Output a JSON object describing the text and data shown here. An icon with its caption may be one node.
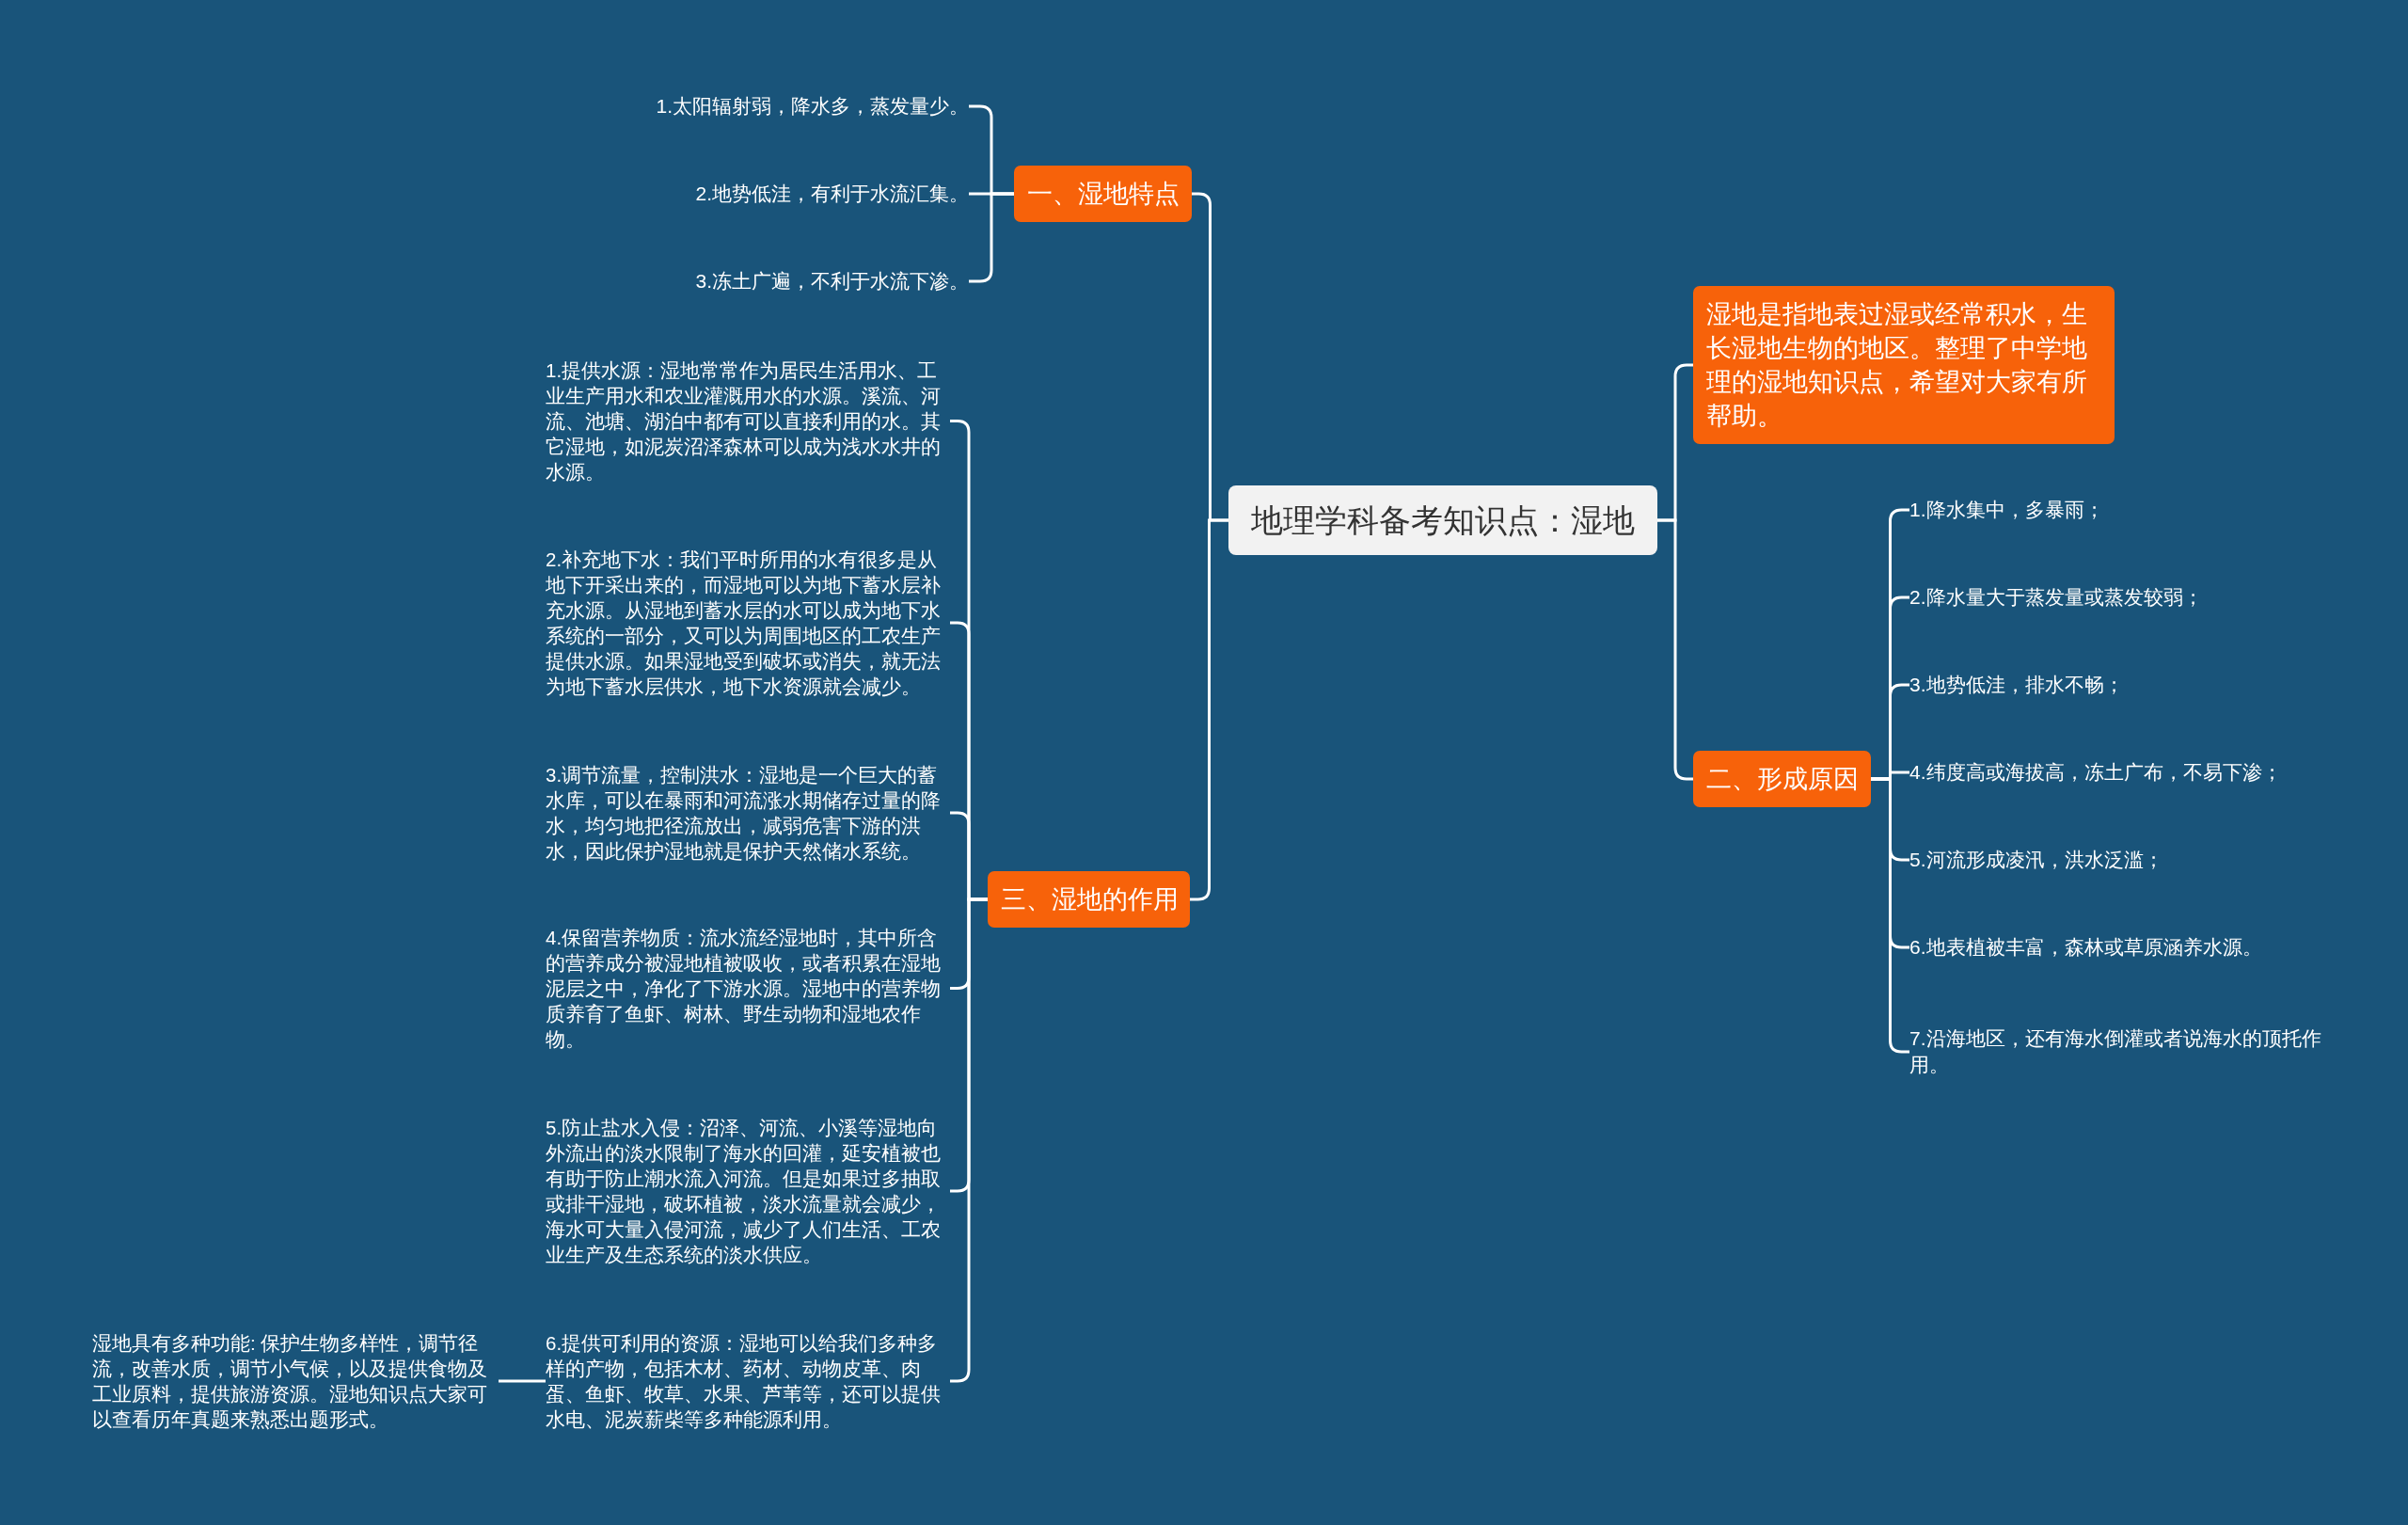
{
  "diagram": {
    "nodes": [
      {
        "text": [
          "地理学科备考知识点：湿地"
        ]
      },
      {
        "text": [
          "一、湿地特点"
        ]
      },
      {
        "text": [
          "1.太阳辐射弱，降水多，蒸发量少。"
        ]
      },
      {
        "text": [
          "2.地势低洼，有利于水流汇集。"
        ]
      },
      {
        "text": [
          "3.冻土广遍，不利于水流下渗。"
        ]
      },
      {
        "text": [
          "三、湿地的作用"
        ]
      },
      {
        "text": [
          "1.提供水源：湿地常常作为居民生活用水、工业生产用水和农业灌溉用水的水源。溪流、河流、池塘、湖泊中都有可以直接利用的水。其它湿地，如泥炭沼泽森林可以成为浅水水井的水源。"
        ]
      },
      {
        "text": [
          "2.补充地下水：我们平时所用的水有很多是从地下开采出来的，而湿地可以为地下蓄水层补充水源。从湿地到蓄水层的水可以成为地下水系统的一部分，又可以为周围地区的工农生产提供水源。如果湿地受到破坏或消失，就无法为地下蓄水层供水，地下水资源就会减少。"
        ]
      },
      {
        "text": [
          "3.调节流量，控制洪水：湿地是一个巨大的蓄水库，可以在暴雨和河流涨水期储存过量的降水，均匀地把径流放出，减弱危害下游的洪水，因此保护湿地就是保护天然储水系统。"
        ]
      },
      {
        "text": [
          "4.保留营养物质：流水流经湿地时，其中所含的营养成分被湿地植被吸收，或者积累在湿地泥层之中，净化了下游水源。湿地中的营养物质养育了鱼虾、树林、野生动物和湿地农作物。"
        ]
      },
      {
        "text": [
          "5.防止盐水入侵：沼泽、河流、小溪等湿地向外流出的淡水限制了海水的回灌，延安植被也有助于防止潮水流入河流。但是如果过多抽取或排干湿地，破坏植被，淡水流量就会减少，海水可大量入侵河流，减少了人们生活、工农业生产及生态系统的淡水供应。"
        ]
      },
      {
        "text": [
          "6.提供可利用的资源：湿地可以给我们多种多样的产物，包括木材、药材、动物皮革、肉蛋、鱼虾、牧草、水果、芦苇等，还可以提供水电、泥炭薪柴等多种能源利用。"
        ]
      },
      {
        "text": [
          "湿地具有多种功能: 保护生物多样性，调节径流，改善水质，调节小气候，以及提供食物及工业原料，提供旅游资源。湿地知识点大家可以查看历年真题来熟悉出题形式。"
        ]
      },
      {
        "text": [
          "湿地是指地表过湿或经常积水，生长湿地生物的地区。整理了中学地理的湿地知识点，希望对大家有所帮助。"
        ]
      },
      {
        "text": [
          "二、形成原因"
        ]
      },
      {
        "text": [
          "1.降水集中，多暴雨；"
        ]
      },
      {
        "text": [
          "2.降水量大于蒸发量或蒸发较弱；"
        ]
      },
      {
        "text": [
          "3.地势低洼，排水不畅；"
        ]
      },
      {
        "text": [
          "4.纬度高或海拔高，冻土广布，不易下渗；"
        ]
      },
      {
        "text": [
          "5.河流形成凌汛，洪水泛滥；"
        ]
      },
      {
        "text": [
          "6.地表植被丰富，森林或草原涵养水源。"
        ]
      },
      {
        "text": [
          "7.沿海地区，还有海水倒灌或者说海水的顶托作用。"
        ]
      }
    ],
    "edges": [
      {
        "from": 0,
        "to": 1,
        "arrow": "none"
      },
      {
        "from": 1,
        "to": 2,
        "arrow": "none"
      },
      {
        "from": 1,
        "to": 3,
        "arrow": "none"
      },
      {
        "from": 1,
        "to": 4,
        "arrow": "none"
      },
      {
        "from": 0,
        "to": 5,
        "arrow": "none"
      },
      {
        "from": 5,
        "to": 6,
        "arrow": "none"
      },
      {
        "from": 5,
        "to": 7,
        "arrow": "none"
      },
      {
        "from": 5,
        "to": 8,
        "arrow": "none"
      },
      {
        "from": 5,
        "to": 9,
        "arrow": "none"
      },
      {
        "from": 5,
        "to": 10,
        "arrow": "none"
      },
      {
        "from": 5,
        "to": 11,
        "arrow": "none"
      },
      {
        "from": 11,
        "to": 12,
        "arrow": "none"
      },
      {
        "from": 0,
        "to": 13,
        "arrow": "none"
      },
      {
        "from": 0,
        "to": 14,
        "arrow": "none"
      },
      {
        "from": 14,
        "to": 15,
        "arrow": "none"
      },
      {
        "from": 14,
        "to": 16,
        "arrow": "none"
      },
      {
        "from": 14,
        "to": 17,
        "arrow": "none"
      },
      {
        "from": 14,
        "to": 18,
        "arrow": "none"
      },
      {
        "from": 14,
        "to": 19,
        "arrow": "none"
      },
      {
        "from": 14,
        "to": 20,
        "arrow": "none"
      },
      {
        "from": 14,
        "to": 21,
        "arrow": "none"
      }
    ]
  }
}
